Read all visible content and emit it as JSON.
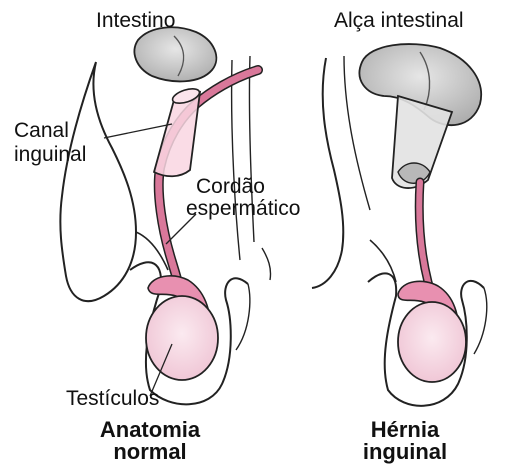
{
  "labels": {
    "intestine": "Intestino",
    "loop": "Alça intestinal",
    "canal_line1": "Canal",
    "canal_line2": "inguinal",
    "cord_line1": "Cordão",
    "cord_line2": "espermático",
    "testis": "Testículos"
  },
  "captions": {
    "normal_line1": "Anatomia",
    "normal_line2": "normal",
    "hernia_line1": "Hérnia",
    "hernia_line2": "inguinal"
  },
  "colors": {
    "cord": "#d9789a",
    "testis": "#f7dae5",
    "epididymis": "#e890b0",
    "canal": "#f9d6e2",
    "intestine": "#cdcdcd",
    "hernia_sac": "#e2e2e2",
    "outline": "#222222"
  }
}
